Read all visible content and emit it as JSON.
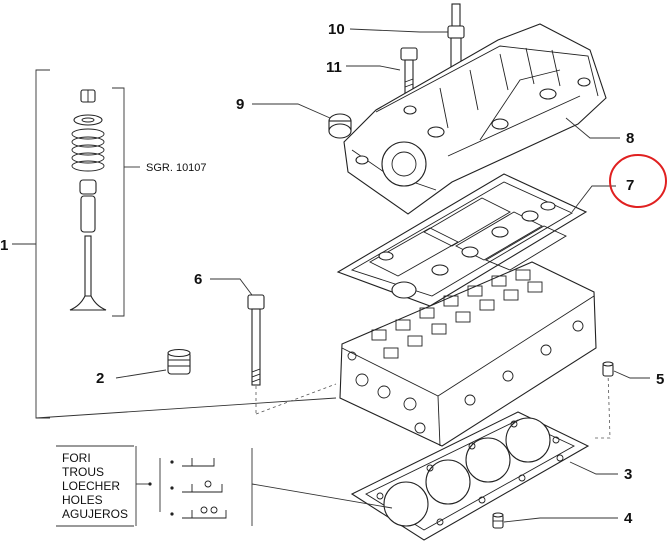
{
  "diagram": {
    "callouts": {
      "c1": "1",
      "c2": "2",
      "c3": "3",
      "c4": "4",
      "c5": "5",
      "c6": "6",
      "c7": "7",
      "c8": "8",
      "c9": "9",
      "c10": "10",
      "c11": "11"
    },
    "group_reference": "SGR. 10107",
    "holes_legend": [
      "FORI",
      "TROUS",
      "LOECHER",
      "HOLES",
      "AGUJEROS"
    ],
    "highlight": {
      "target": "7",
      "color": "#e02020"
    }
  }
}
